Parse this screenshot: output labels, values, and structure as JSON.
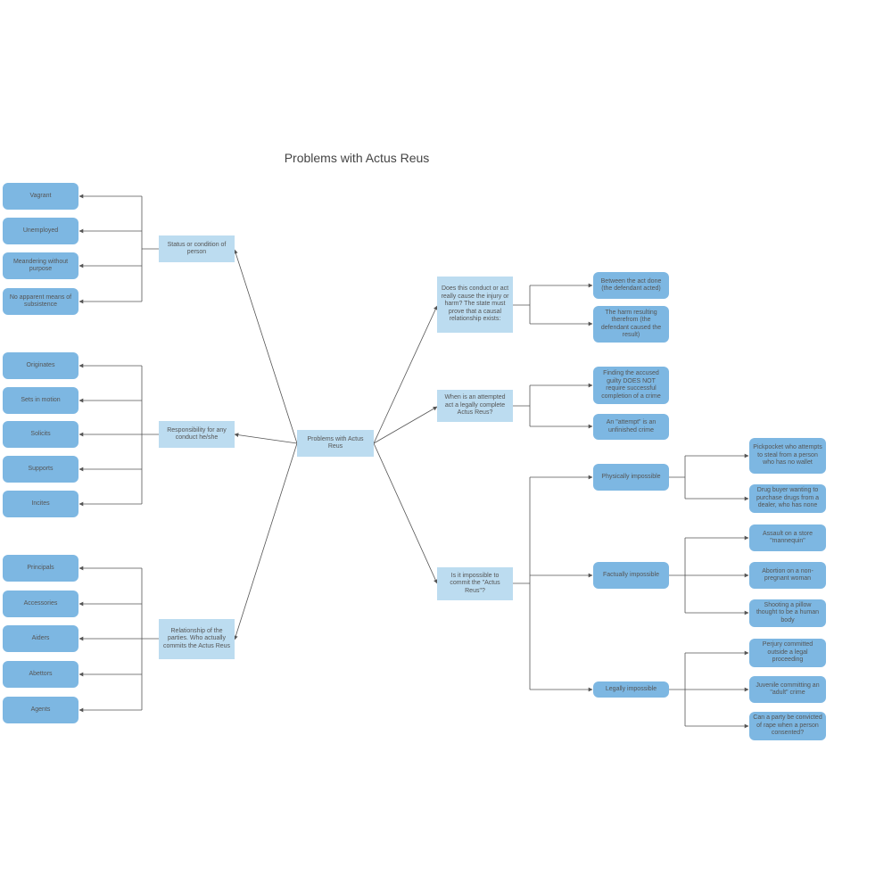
{
  "diagram": {
    "title": "Problems with Actus Reus",
    "colors": {
      "topic_fill": "#bcdcf0",
      "leaf_fill": "#7db7e2",
      "connector": "#555555",
      "text": "#555555"
    },
    "center": "Problems with Actus Reus",
    "status": {
      "label": "Status or condition of person",
      "items": [
        "Vagrant",
        "Unemployed",
        "Meandering without purpose",
        "No apparent means of subsistence"
      ]
    },
    "responsibility": {
      "label": "Responsibility for any conduct he/she",
      "items": [
        "Originates",
        "Sets in motion",
        "Solicits",
        "Supports",
        "Incites"
      ]
    },
    "relationship": {
      "label": "Relationship of the parties.  Who actually commits the Actus Reus",
      "items": [
        "Principals",
        "Accessories",
        "Aiders",
        "Abettors",
        "Agents"
      ]
    },
    "causation": {
      "label": "Does this conduct or act really cause the injury or harm? The state must prove that a causal relationship exists:",
      "items": [
        "Between the act done (the defendant acted)",
        "The harm resulting therefrom (the defendant caused the result)"
      ]
    },
    "attempt": {
      "label": "When is an attempted act a legally complete Actus Reus?",
      "items": [
        "Finding the accused guilty DOES NOT require successful completion of a crime",
        "An \"attempt\" is an unfinished crime"
      ]
    },
    "impossible": {
      "label": "Is it impossible to commit the \"Actus Reus\"?",
      "physically": {
        "label": "Physically impossible",
        "items": [
          "Pickpocket who attempts to steal from a person who has no wallet",
          "Drug buyer wanting to purchase drugs from a dealer, who has none"
        ]
      },
      "factually": {
        "label": "Factually impossible",
        "items": [
          "Assault on a store \"mannequin\"",
          "Abortion on a non-pregnant woman",
          "Shooting a pillow thought to be a human body"
        ]
      },
      "legally": {
        "label": "Legally impossible",
        "items": [
          "Perjury committed outside a legal proceeding",
          "Juvenile committing an \"adult\" crime",
          "Can a party be convicted of rape when a person consented?"
        ]
      }
    }
  }
}
